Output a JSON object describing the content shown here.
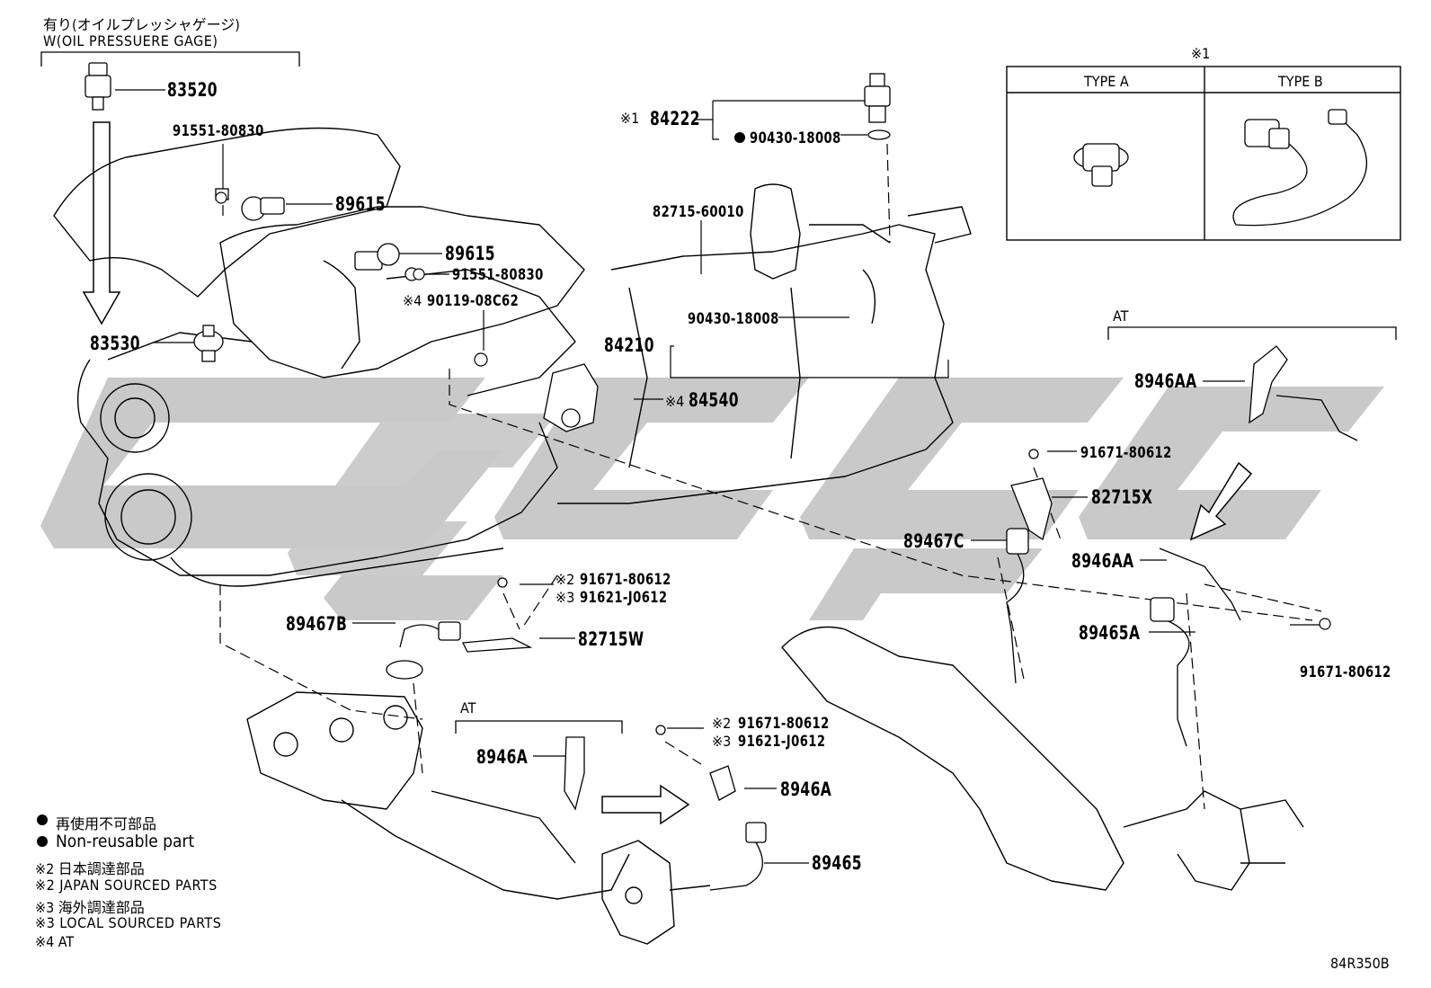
{
  "header": {
    "jp": "有り(オイルプレッシャゲージ)",
    "en": "W(OIL PRESSUERE GAGE)"
  },
  "type_box": {
    "mark": "※1",
    "type_a": "TYPE A",
    "type_b": "TYPE B"
  },
  "at_labels": {
    "right": "AT",
    "bottom": "AT"
  },
  "parts": {
    "p83520": "83520",
    "p91551_a": "91551-80830",
    "p89615_a": "89615",
    "p89615_b": "89615",
    "p91551_b": "91551-80830",
    "p90119_mark": "※4",
    "p90119": "90119-08C62",
    "p83530": "83530",
    "p84222_mark": "※1",
    "p84222": "84222",
    "p90430_a": "90430-18008",
    "p82715_60010": "82715-60010",
    "p90430_b": "90430-18008",
    "p84210": "84210",
    "p84540_mark": "※4",
    "p84540": "84540",
    "p8946AA_a": "8946AA",
    "p91671_a": "91671-80612",
    "p82715X": "82715X",
    "p89467C": "89467C",
    "p8946AA_b": "8946AA",
    "p91671_b": "91671-80612",
    "p89465A": "89465A",
    "p91671_c_mark": "※2",
    "p91671_c": "91671-80612",
    "p91621_a_mark": "※3",
    "p91621_a": "91621-J0612",
    "p89467B": "89467B",
    "p82715W": "82715W",
    "p91671_d_mark": "※2",
    "p91671_d": "91671-80612",
    "p91621_b_mark": "※3",
    "p91621_b": "91621-J0612",
    "p8946A_a": "8946A",
    "p8946A_b": "8946A",
    "p89465": "89465"
  },
  "legend": {
    "l1": "再使用不可部品",
    "l2": "Non-reusable part",
    "l3": "※2 日本調達部品",
    "l4": "※2 JAPAN SOURCED PARTS",
    "l5": "※3 海外調達部品",
    "l6": "※3 LOCAL SOURCED PARTS",
    "l7": "※4 AT"
  },
  "figure_code": "84R350B",
  "colors": {
    "line": "#000000",
    "watermark": "#c8c8c8",
    "background": "#ffffff"
  }
}
